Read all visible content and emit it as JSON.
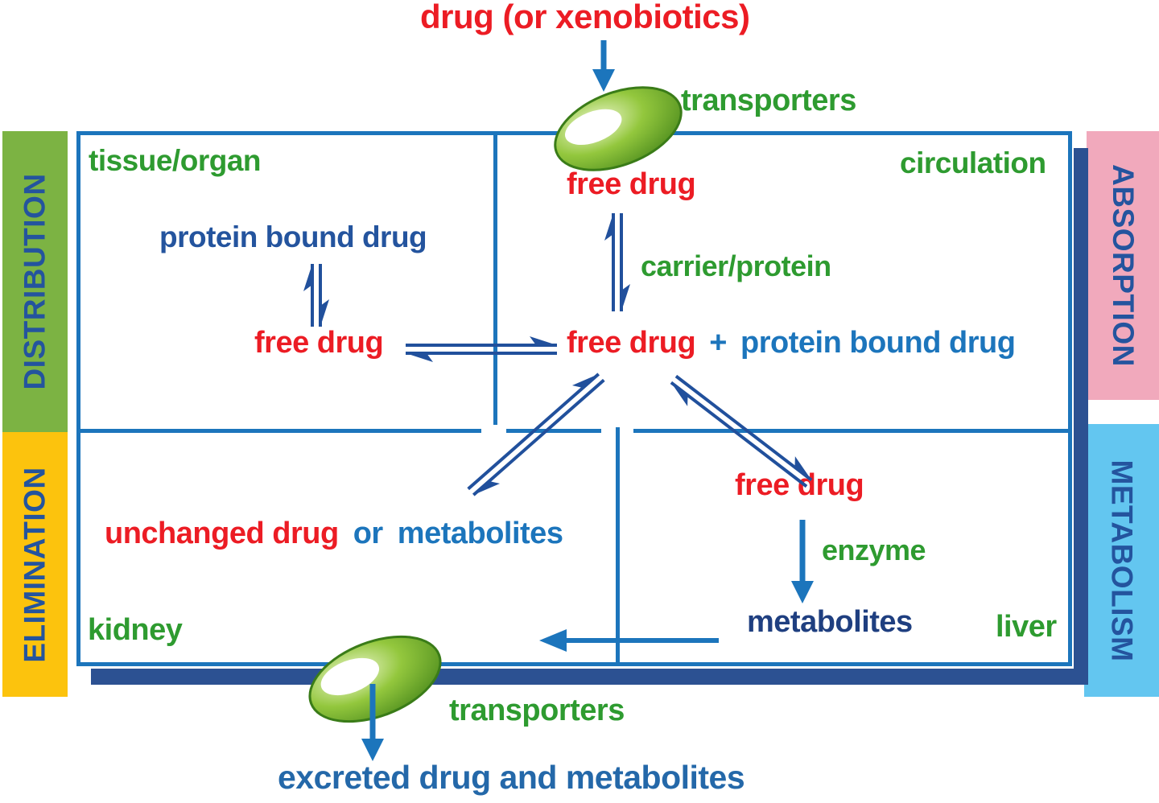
{
  "title": "drug (or xenobiotics)",
  "bands": {
    "distribution": "DISTRIBUTION",
    "elimination": "ELIMINATION",
    "absorption": "ABSORPTION",
    "metabolism": "METABOLISM"
  },
  "regions": {
    "tissue_organ": "tissue/organ",
    "circulation": "circulation",
    "kidney": "kidney",
    "liver": "liver"
  },
  "labels": {
    "transporters_top": "transporters",
    "free_drug_circulation": "free drug",
    "carrier_protein": "carrier/protein",
    "protein_bound_drug_tissue": "protein bound drug",
    "free_drug_tissue": "free drug",
    "central": {
      "free_drug": "free drug",
      "plus": "+",
      "protein_bound_drug": "protein bound drug"
    },
    "unchanged": {
      "unchanged_drug": "unchanged drug",
      "or": "or",
      "metabolites": "metabolites"
    },
    "free_drug_liver": "free drug",
    "enzyme": "enzyme",
    "metabolites_liver": "metabolites",
    "transporters_bottom": "transporters",
    "excreted": "excreted drug and metabolites"
  },
  "colors": {
    "drug_red": "#EC1C24",
    "organ_green": "#2E9B30",
    "line_blue": "#1C75BC",
    "equilibrium_navy": "#21509C",
    "band_label_navy": "#24549E",
    "metabolites_dark_navy": "#1F3F80",
    "excreted_blue": "#2468A9",
    "band_green": "#7CB343",
    "band_yellow": "#FCC30D",
    "band_pink": "#F1A9BC",
    "band_lightblue": "#63C6F0",
    "box_shadow_blue": "#2C5192",
    "transporter_green": "#4E8D1E"
  }
}
